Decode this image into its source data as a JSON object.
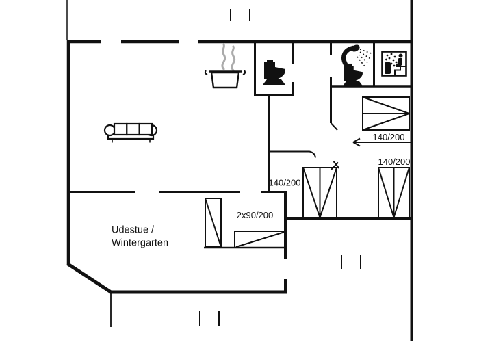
{
  "plan": {
    "rooms": {
      "conservatory": {
        "line1": "Udestue /",
        "line2": "Wintergarten"
      }
    },
    "beds": {
      "double_top_right": "140/200",
      "double_middle": "140/200",
      "double_bottom_right": "140/200",
      "twin": "2x90/200"
    },
    "icons": {
      "kitchen": "cooking-pot-icon",
      "wc": "toilet-icon",
      "bathroom": [
        "shower-icon",
        "toilet-icon"
      ],
      "sauna": "sauna-icon",
      "living": "sofa-icon"
    },
    "colors": {
      "wall": "#111111",
      "background": "#ffffff",
      "steam": "#ababab"
    }
  }
}
